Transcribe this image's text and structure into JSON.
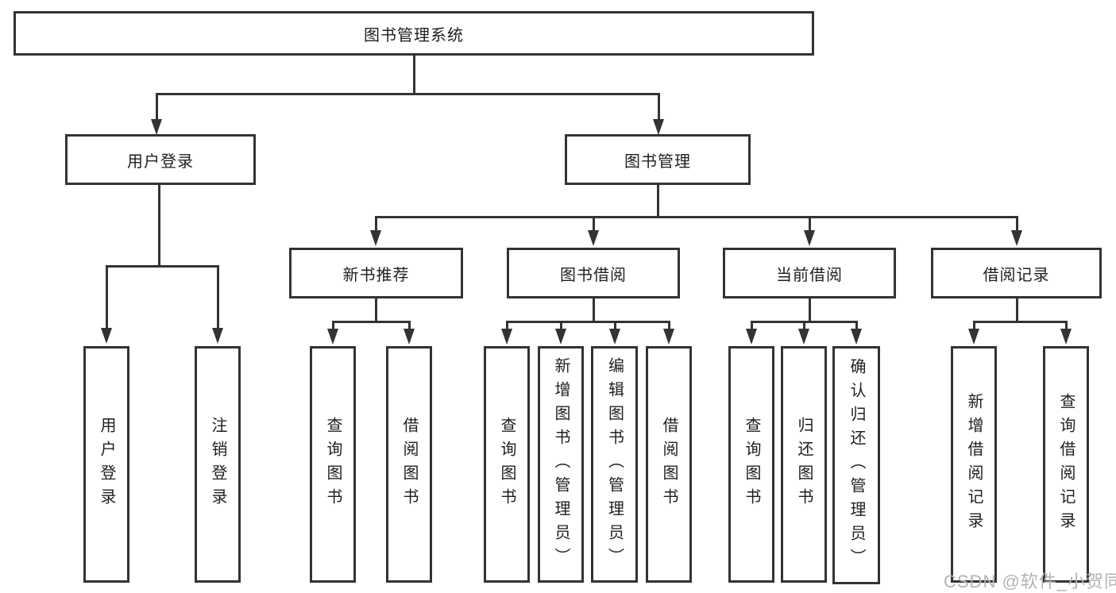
{
  "diagram": {
    "root": {
      "label": "图书管理系统"
    },
    "level1": [
      {
        "label": "用户登录"
      },
      {
        "label": "图书管理"
      }
    ],
    "level2": [
      {
        "label": "新书推荐"
      },
      {
        "label": "图书借阅"
      },
      {
        "label": "当前借阅"
      },
      {
        "label": "借阅记录"
      }
    ],
    "leaves": {
      "login": [
        {
          "label": "用户登录"
        },
        {
          "label": "注销登录"
        }
      ],
      "new_book": [
        {
          "label": "查询图书"
        },
        {
          "label": "借阅图书"
        }
      ],
      "book_borrow": [
        {
          "label": "查询图书"
        },
        {
          "label": "新增图书（管理员）"
        },
        {
          "label": "编辑图书（管理员）"
        },
        {
          "label": "借阅图书"
        }
      ],
      "current_borrow": [
        {
          "label": "查询图书"
        },
        {
          "label": "归还图书"
        },
        {
          "label": "确认归还（管理员）"
        }
      ],
      "borrow_records": [
        {
          "label": "新增借阅记录"
        },
        {
          "label": "查询借阅记录"
        }
      ]
    },
    "watermark": "CSDN @软件_小贺同学",
    "colors": {
      "line": "#333333",
      "text": "#1f1f1f",
      "watermark": "#b3b3b3",
      "background": "#ffffff"
    }
  }
}
